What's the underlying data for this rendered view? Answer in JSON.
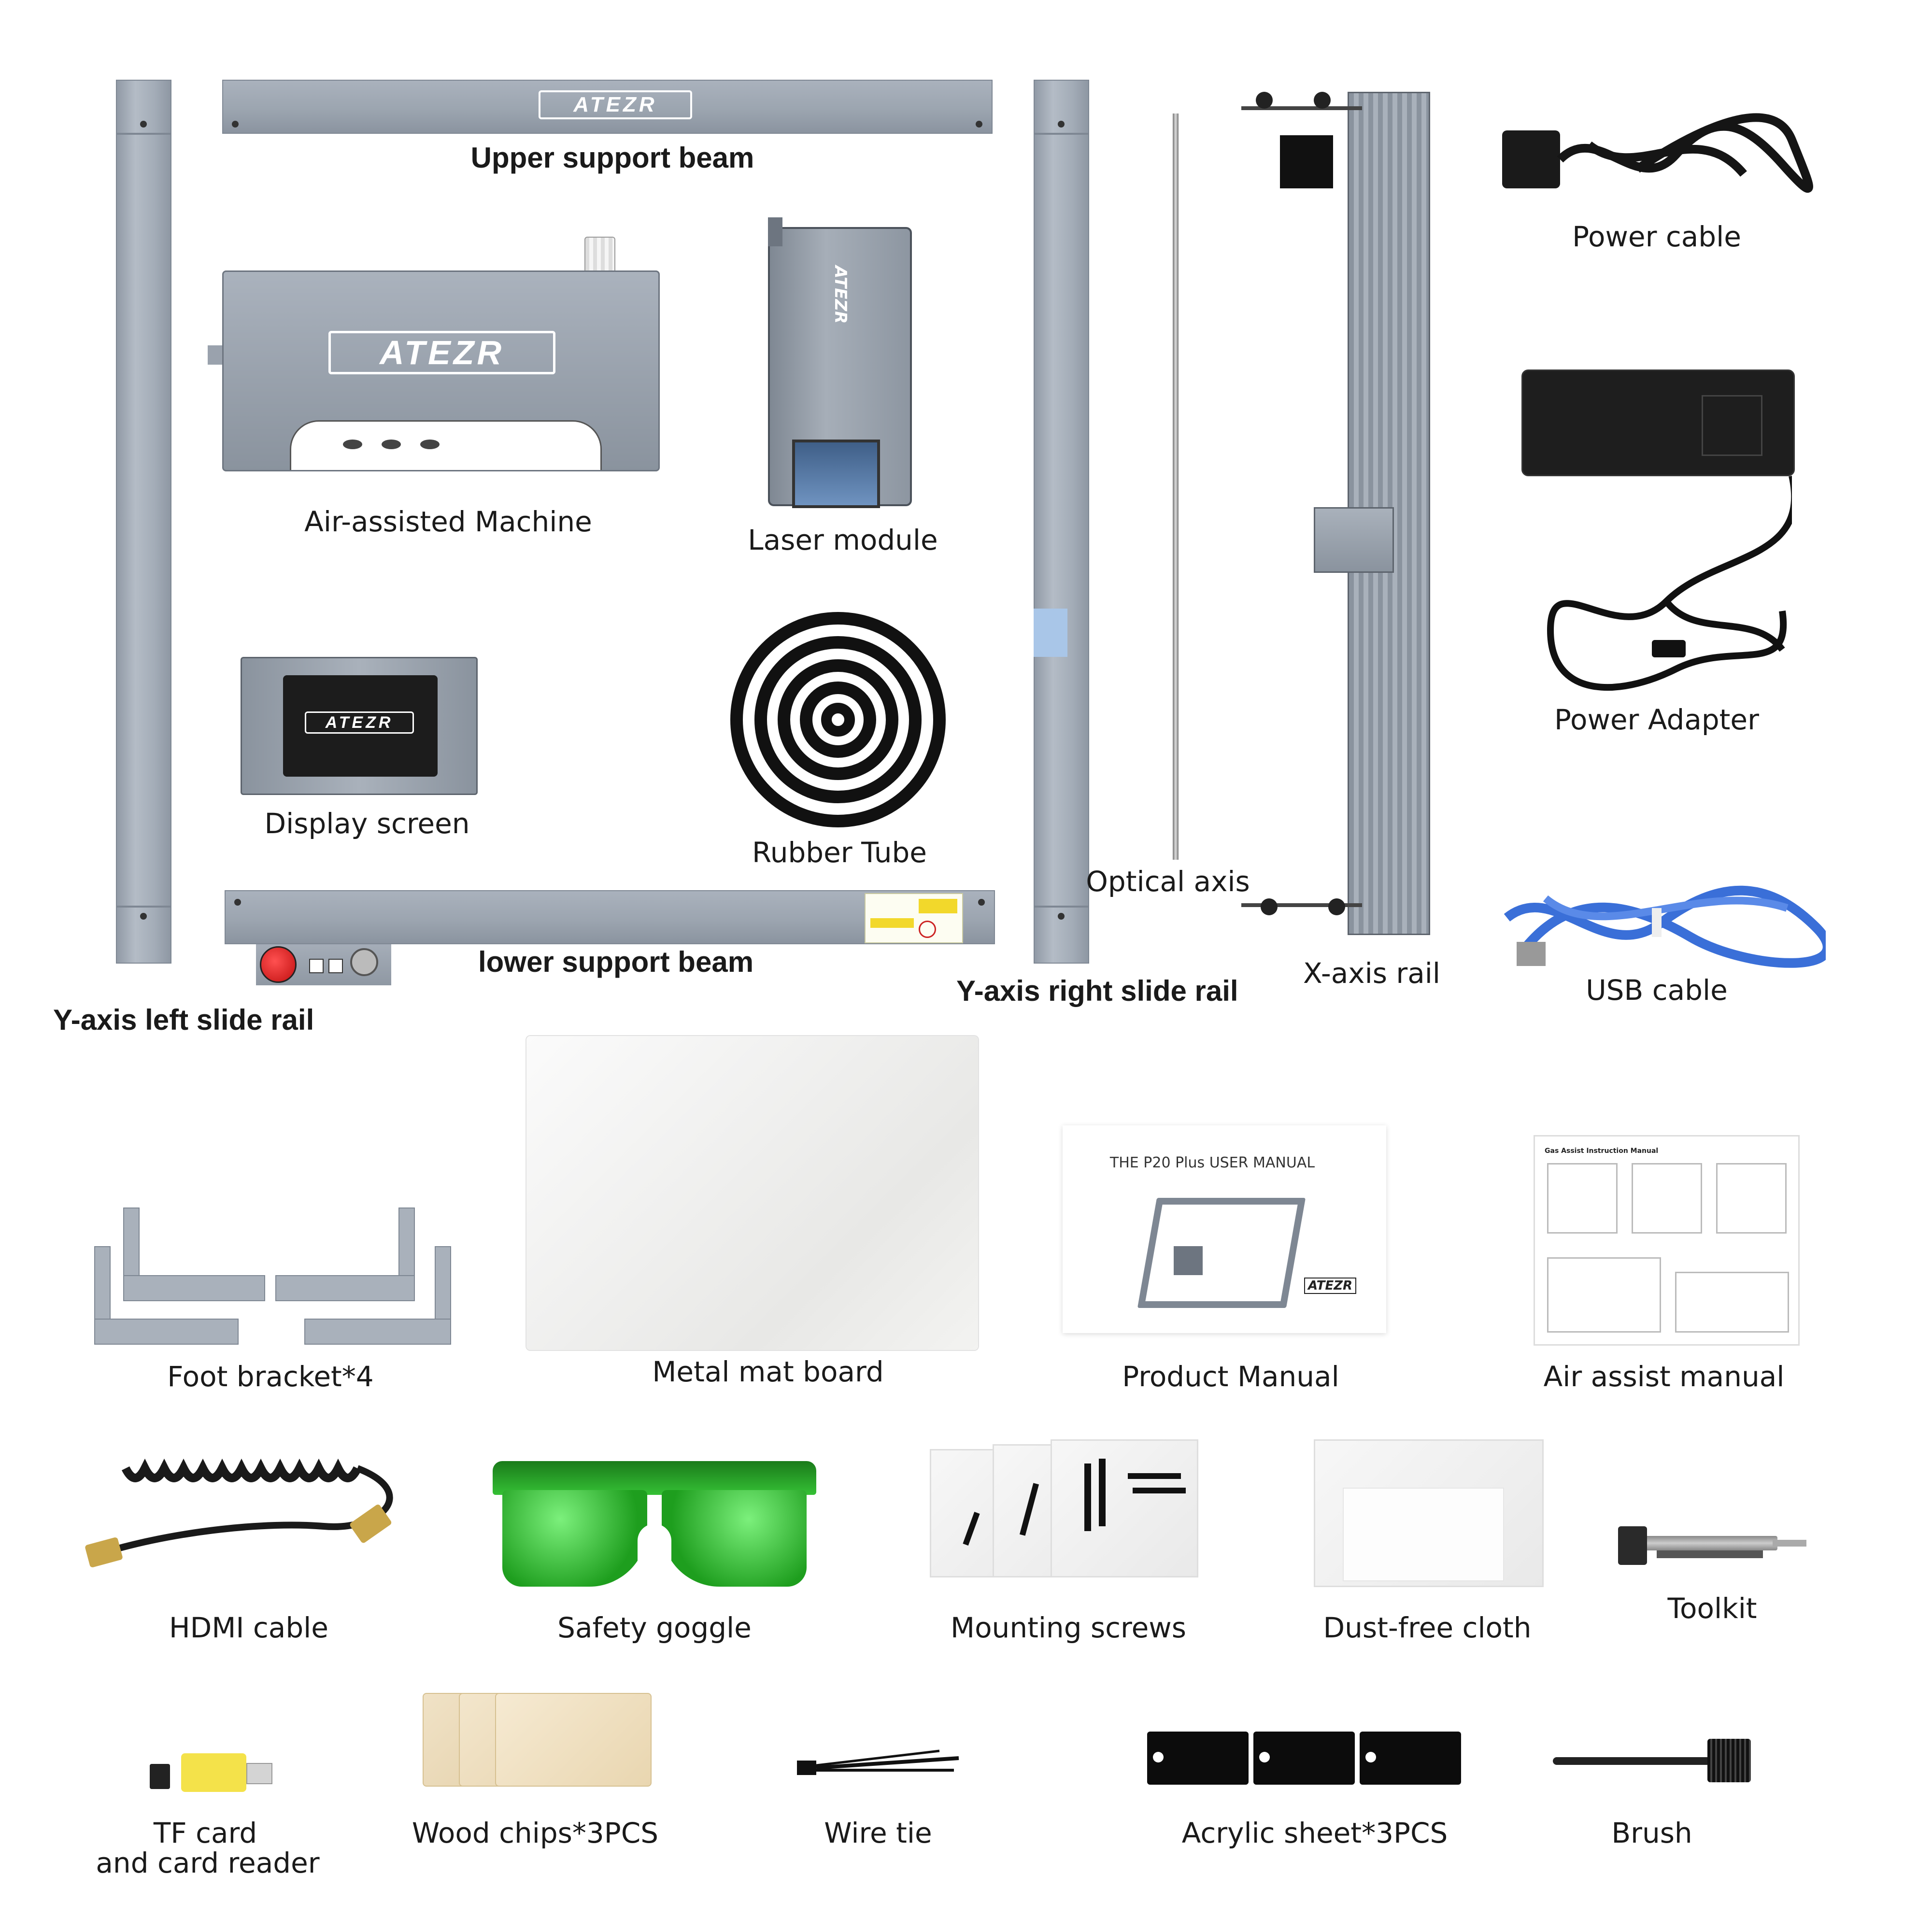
{
  "brand": "ATEZR",
  "colors": {
    "rail": "#a3acb7",
    "dark": "#2a2a2a",
    "goggle_green": "#2db82d",
    "usb_blue": "#3a6fd8",
    "card_yellow": "#f4e24a",
    "stop_red": "#e02222",
    "wood": "#ead8b8"
  },
  "manual": {
    "title": "THE P20 Plus USER MANUAL",
    "air_title": "Gas Assist Instruction Manual"
  },
  "parts": {
    "upper_beam": "Upper support beam",
    "air_machine": "Air-assisted Machine",
    "laser_module": "Laser module",
    "display_screen": "Display screen",
    "rubber_tube": "Rubber Tube",
    "lower_beam": "lower support beam",
    "y_left": "Y-axis left slide rail",
    "y_right": "Y-axis right slide rail",
    "optical_axis": "Optical axis",
    "x_rail": "X-axis rail",
    "power_cable": "Power cable",
    "power_adapter": "Power Adapter",
    "usb_cable": "USB cable",
    "foot_bracket": "Foot bracket*4",
    "metal_mat": "Metal mat board",
    "product_manual": "Product Manual",
    "air_manual": "Air assist manual",
    "hdmi": "HDMI cable",
    "goggle": "Safety goggle",
    "screws": "Mounting screws",
    "cloth": "Dust-free cloth",
    "toolkit": "Toolkit",
    "tf_card_1": "TF card",
    "tf_card_2": "and card reader",
    "wood": "Wood chips*3PCS",
    "wire_tie": "Wire tie",
    "acrylic": "Acrylic sheet*3PCS",
    "brush": "Brush"
  }
}
